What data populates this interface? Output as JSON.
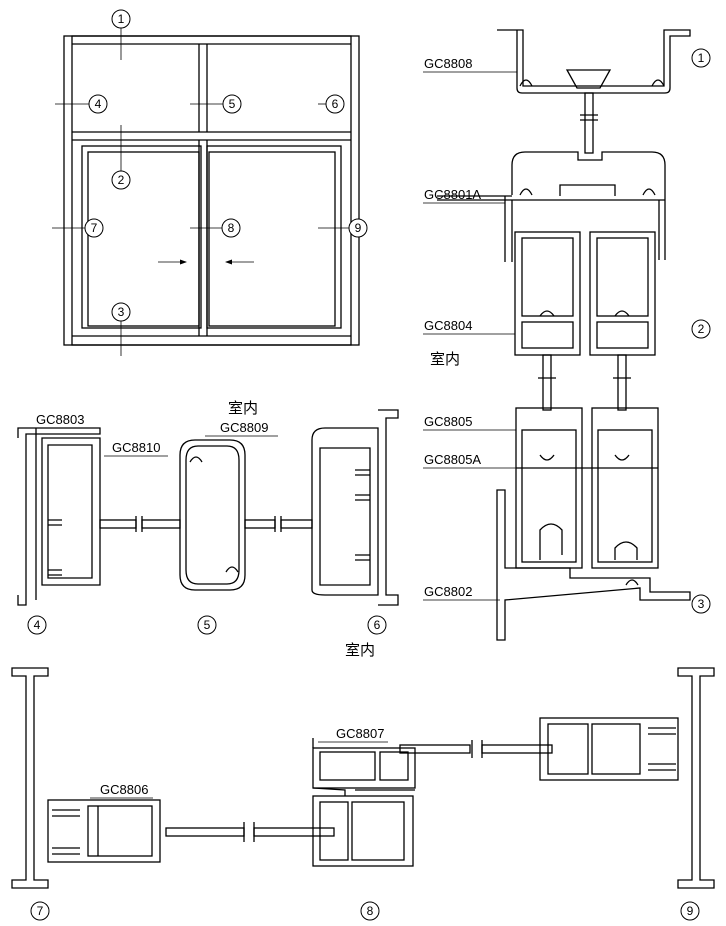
{
  "title": "GC88 series window section drawings",
  "section_markers": [
    "1",
    "2",
    "3",
    "4",
    "5",
    "6",
    "7",
    "8",
    "9"
  ],
  "profile_labels": {
    "gc8808": "GC8808",
    "gc8801a": "GC8801A",
    "gc8804": "GC8804",
    "gc8805": "GC8805",
    "gc8805a": "GC8805A",
    "gc8802": "GC8802",
    "gc8803": "GC8803",
    "gc8810": "GC8810",
    "gc8809": "GC8809",
    "gc8807": "GC8807",
    "gc8806": "GC8806"
  },
  "interior_label": "室内"
}
